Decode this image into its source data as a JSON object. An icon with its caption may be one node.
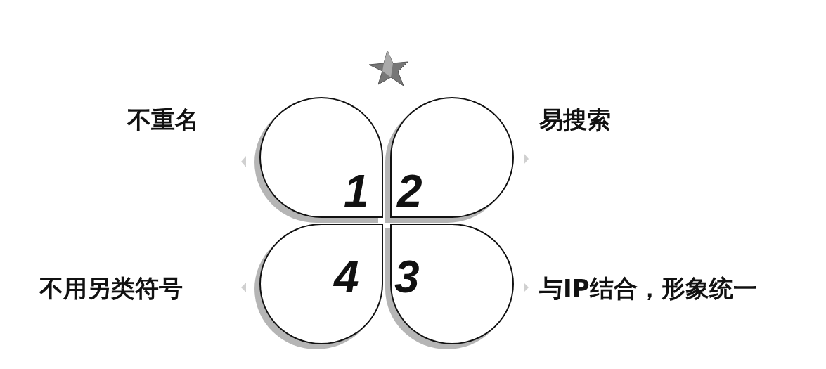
{
  "diagram": {
    "nodes": [
      {
        "text": [
          "1"
        ],
        "beside": [
          "不重名"
        ]
      },
      {
        "text": [
          "2"
        ],
        "beside": [
          "易搜索"
        ]
      },
      {
        "text": [
          "3"
        ],
        "beside": [
          "与IP结合，形象统一"
        ]
      },
      {
        "text": [
          "4"
        ],
        "beside": [
          "不用另类符号"
        ]
      }
    ]
  }
}
